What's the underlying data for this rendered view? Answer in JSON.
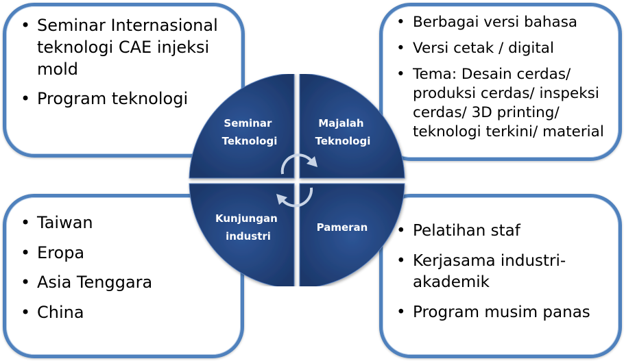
{
  "center": {
    "quadrants": [
      {
        "id": "tl",
        "lines": [
          "Seminar",
          "Teknologi"
        ]
      },
      {
        "id": "tr",
        "lines": [
          "Majalah",
          "Teknologi"
        ]
      },
      {
        "id": "bl",
        "lines": [
          "Kunjungan",
          "industri"
        ]
      },
      {
        "id": "br",
        "lines": [
          "Pameran"
        ]
      }
    ],
    "colors": {
      "quadrant_fill": "#1f3d73",
      "quadrant_edge": "#2c5597",
      "box_border": "#4f81bd",
      "arrow": "#c8d4e6"
    }
  },
  "boxes": {
    "top_left": {
      "items": [
        "Seminar Internasional teknologi CAE injeksi mold",
        "Program teknologi"
      ]
    },
    "top_right": {
      "items": [
        "Berbagai versi bahasa",
        "Versi cetak / digital",
        "Tema: Desain cerdas/ produksi cerdas/ inspeksi cerdas/ 3D printing/ teknologi terkini/ material"
      ]
    },
    "bottom_left": {
      "items": [
        "Taiwan",
        "Eropa",
        "Asia Tenggara",
        "China"
      ]
    },
    "bottom_right": {
      "items": [
        "Pelatihan staf",
        "Kerjasama industri-akademik",
        "Program musim panas"
      ]
    }
  }
}
